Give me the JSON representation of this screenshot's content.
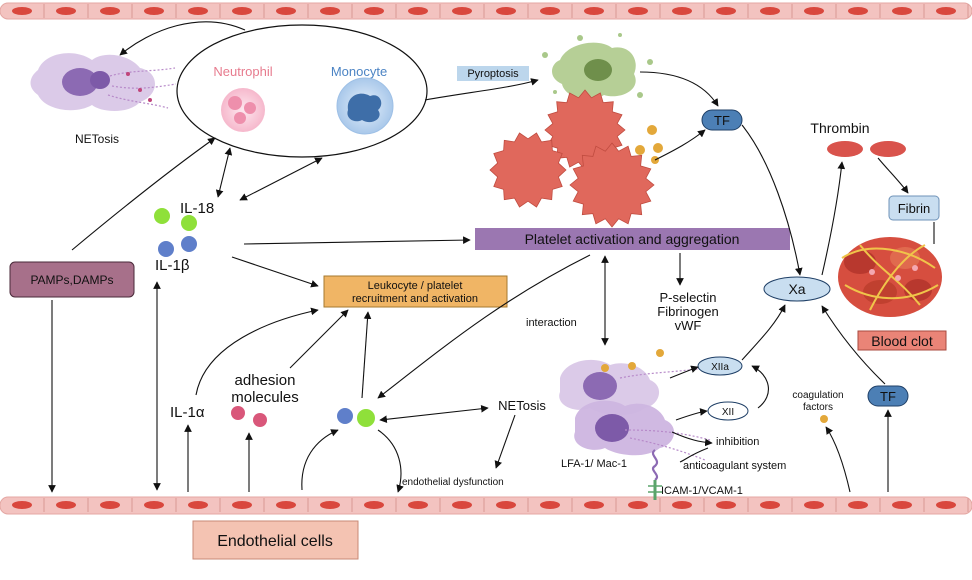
{
  "labels": {
    "netosis_top": "NETosis",
    "neutrophil": "Neutrophil",
    "monocyte": "Monocyte",
    "pyroptosis": "Pyroptosis",
    "tf_top": "TF",
    "thrombin": "Thrombin",
    "fibrin": "Fibrin",
    "il18": "IL-18",
    "il1b": "IL-1β",
    "pamps": "PAMPs,DAMPs",
    "platelet_activation": "Platelet activation and aggregation",
    "leukocyte_line1": "Leukocyte  / platelet",
    "leukocyte_line2": "recruitment and activation",
    "xa": "Xa",
    "blood_clot": "Blood clot",
    "interaction": "interaction",
    "pselectin": "P-selectin",
    "fibrinogen": "Fibrinogen",
    "vwf": "vWF",
    "il1a": "IL-1α",
    "adhesion_line1": "adhesion",
    "adhesion_line2": "molecules",
    "netosis_mid": "NETosis",
    "xiia": "XIIa",
    "xii": "XII",
    "inhibition": "inhibition",
    "coag_line1": "coagulation",
    "coag_line2": "factors",
    "tf_right": "TF",
    "lfa": "LFA-1/ Mac-1",
    "anticoagulant": "anticoagulant system",
    "icam": "ICAM-1/VCAM-1",
    "endo_dysfunction": "endothelial dysfunction",
    "endothelial_cells": "Endothelial cells"
  },
  "colors": {
    "vessel_band": "#f3c3c0",
    "vessel_nucleus": "#d9473d",
    "platelet": "#e0685c",
    "purple_box": "#9b77b1",
    "pamps_box": "#a7708a",
    "orange_box": "#f0b565",
    "blue_pill": "#c9def0",
    "tf_dark": "#4c7fb5",
    "thrombin": "#d9534c",
    "green_dot": "#8fe03a",
    "blue_dot": "#5f7fca",
    "red_dot": "#d9577a",
    "blood_clot_box": "#ea8477",
    "endothelial_box": "#f4c3b2"
  },
  "icons": [
    "netosis-cell-icon",
    "neutrophil-icon",
    "monocyte-icon",
    "pyroptotic-cell-icon",
    "platelet-cluster-icon",
    "blood-clot-icon",
    "leukocyte-pair-icon",
    "adhesion-molecule-icon"
  ]
}
